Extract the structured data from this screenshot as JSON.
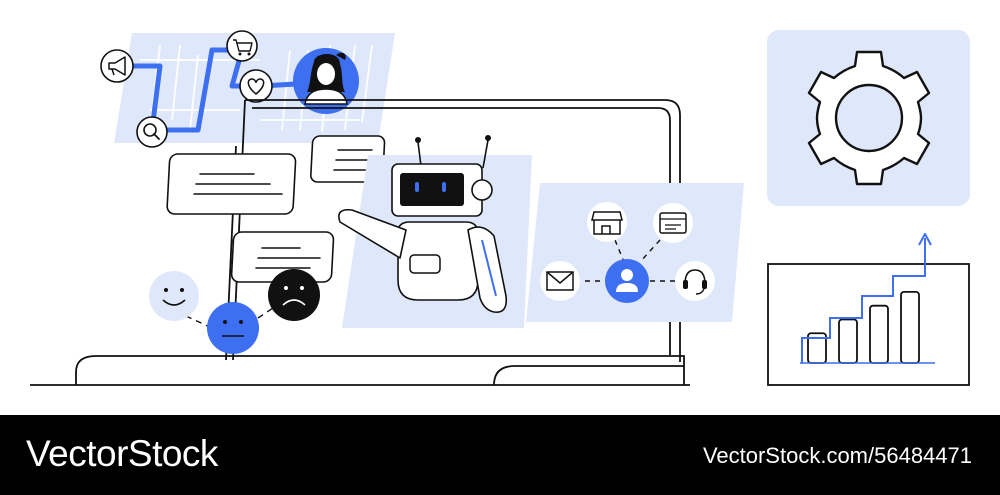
{
  "colors": {
    "accent": "#3d6ff0",
    "panel": "#dfe8fb",
    "ink": "#111111",
    "footer_bg": "#000000",
    "footer_text": "#ffffff"
  },
  "icons": [
    "megaphone-icon",
    "shopping-cart-icon",
    "heart-icon",
    "search-icon",
    "woman-avatar-icon",
    "robot",
    "gear-icon",
    "growth-chart",
    "store-icon",
    "browser-window-icon",
    "envelope-icon",
    "user-icon",
    "headset-icon",
    "smile-face-icon",
    "neutral-face-icon",
    "sad-face-icon"
  ],
  "chart_level": {
    "bars": [
      1,
      2,
      3,
      4
    ]
  },
  "footer": {
    "brand": "VectorStock",
    "credit": "VectorStock.com/56484471"
  }
}
